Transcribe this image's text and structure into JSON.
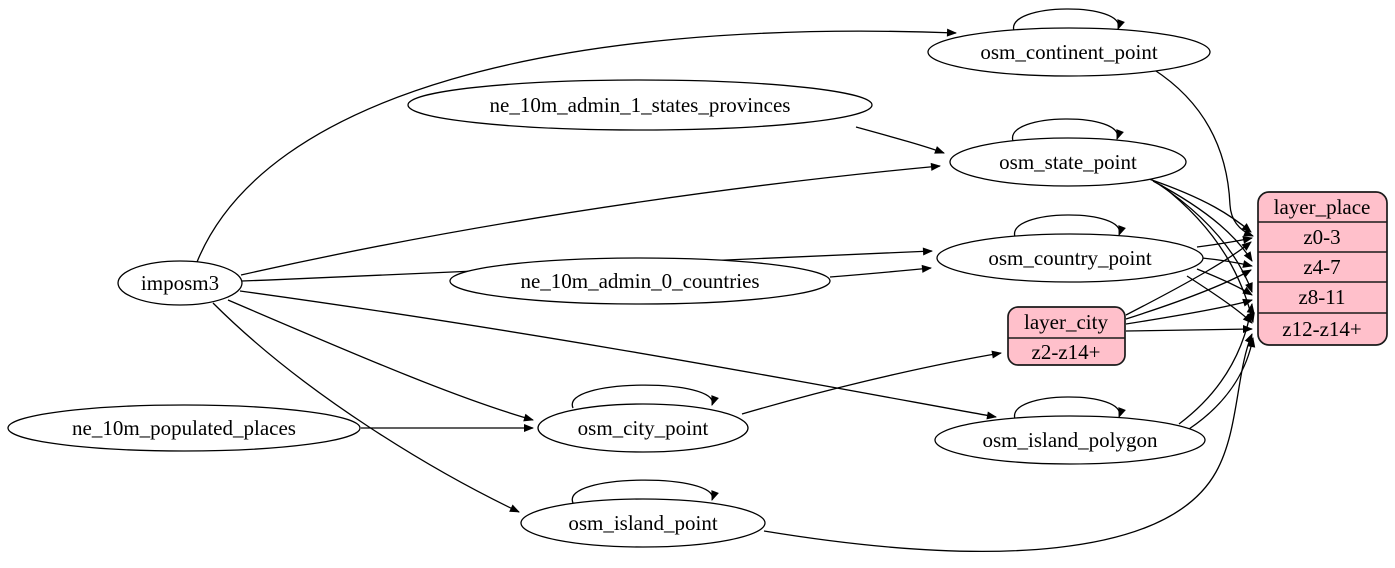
{
  "diagram": {
    "type": "etl-graph",
    "colors": {
      "record_fill": "#ffc0cb",
      "ellipse_fill": "#ffffff",
      "edge_stroke": "#000000",
      "background": "#ffffff"
    },
    "nodes": {
      "imposm3": {
        "label": "imposm3",
        "shape": "ellipse"
      },
      "ne_10m_populated_places": {
        "label": "ne_10m_populated_places",
        "shape": "ellipse"
      },
      "ne_10m_admin_1_states_provinces": {
        "label": "ne_10m_admin_1_states_provinces",
        "shape": "ellipse"
      },
      "ne_10m_admin_0_countries": {
        "label": "ne_10m_admin_0_countries",
        "shape": "ellipse"
      },
      "osm_continent_point": {
        "label": "osm_continent_point",
        "shape": "ellipse"
      },
      "osm_state_point": {
        "label": "osm_state_point",
        "shape": "ellipse"
      },
      "osm_country_point": {
        "label": "osm_country_point",
        "shape": "ellipse"
      },
      "osm_city_point": {
        "label": "osm_city_point",
        "shape": "ellipse"
      },
      "osm_island_polygon": {
        "label": "osm_island_polygon",
        "shape": "ellipse"
      },
      "osm_island_point": {
        "label": "osm_island_point",
        "shape": "ellipse"
      }
    },
    "records": {
      "layer_city": {
        "title": "layer_city",
        "rows": [
          "z2-z14+"
        ]
      },
      "layer_place": {
        "title": "layer_place",
        "rows": [
          "z0-3",
          "z4-7",
          "z8-11",
          "z12-z14+"
        ]
      }
    },
    "edges": [
      {
        "from": "imposm3",
        "to": "osm_continent_point"
      },
      {
        "from": "imposm3",
        "to": "osm_state_point"
      },
      {
        "from": "imposm3",
        "to": "osm_country_point"
      },
      {
        "from": "imposm3",
        "to": "osm_city_point"
      },
      {
        "from": "imposm3",
        "to": "osm_island_polygon"
      },
      {
        "from": "imposm3",
        "to": "osm_island_point"
      },
      {
        "from": "ne_10m_admin_1_states_provinces",
        "to": "osm_state_point"
      },
      {
        "from": "ne_10m_admin_0_countries",
        "to": "osm_country_point"
      },
      {
        "from": "ne_10m_populated_places",
        "to": "osm_city_point"
      },
      {
        "from": "osm_continent_point",
        "to": "osm_continent_point",
        "kind": "self-loop"
      },
      {
        "from": "osm_state_point",
        "to": "osm_state_point",
        "kind": "self-loop"
      },
      {
        "from": "osm_country_point",
        "to": "osm_country_point",
        "kind": "self-loop"
      },
      {
        "from": "osm_city_point",
        "to": "osm_city_point",
        "kind": "self-loop"
      },
      {
        "from": "osm_island_polygon",
        "to": "osm_island_polygon",
        "kind": "self-loop"
      },
      {
        "from": "osm_island_point",
        "to": "osm_island_point",
        "kind": "self-loop"
      },
      {
        "from": "osm_continent_point",
        "to": "layer_place:z0-3"
      },
      {
        "from": "osm_state_point",
        "to": "layer_place:z0-3"
      },
      {
        "from": "osm_state_point",
        "to": "layer_place:z4-7"
      },
      {
        "from": "osm_state_point",
        "to": "layer_place:z8-11"
      },
      {
        "from": "osm_state_point",
        "to": "layer_place:z12-z14+"
      },
      {
        "from": "osm_country_point",
        "to": "layer_place:z0-3"
      },
      {
        "from": "osm_country_point",
        "to": "layer_place:z4-7"
      },
      {
        "from": "osm_country_point",
        "to": "layer_place:z8-11"
      },
      {
        "from": "osm_country_point",
        "to": "layer_place:z12-z14+"
      },
      {
        "from": "osm_city_point",
        "to": "layer_city:z2-z14+"
      },
      {
        "from": "layer_city",
        "to": "layer_place:z0-3"
      },
      {
        "from": "layer_city",
        "to": "layer_place:z4-7"
      },
      {
        "from": "layer_city",
        "to": "layer_place:z8-11"
      },
      {
        "from": "layer_city",
        "to": "layer_place:z12-z14+"
      },
      {
        "from": "osm_island_polygon",
        "to": "layer_place:z8-11"
      },
      {
        "from": "osm_island_polygon",
        "to": "layer_place:z12-z14+"
      },
      {
        "from": "osm_island_point",
        "to": "layer_place:z12-z14+"
      }
    ]
  }
}
